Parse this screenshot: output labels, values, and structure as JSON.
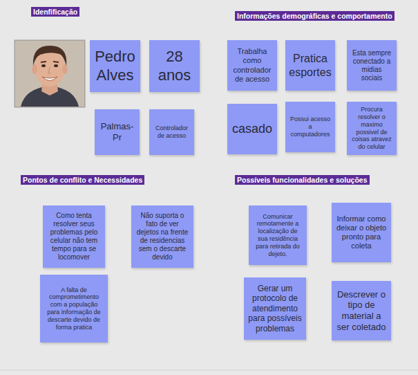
{
  "diagram": {
    "nodes": [
      {
        "text": [
          "Idenfificação"
        ]
      },
      {
        "text": [
          "Pedro Alves"
        ]
      },
      {
        "text": [
          "28 anos"
        ]
      },
      {
        "text": [
          "Palmas-Pr"
        ]
      },
      {
        "text": [
          "Controlador de acesso"
        ]
      },
      {
        "text": [
          "Informações demográficas e comportamento"
        ]
      },
      {
        "text": [
          "Trabalha como controlador de acesso"
        ]
      },
      {
        "text": [
          "Pratica esportes"
        ]
      },
      {
        "text": [
          "Esta sempre conectado a midias sociais"
        ]
      },
      {
        "text": [
          "casado"
        ]
      },
      {
        "text": [
          "Possui acesso a computadores"
        ]
      },
      {
        "text": [
          "Procura resolver o maximo possivel de coisas atravez do celular"
        ]
      },
      {
        "text": [
          "Pontos de conflito e Necessidades"
        ]
      },
      {
        "text": [
          "Como tenta resolver seus problemas pelo celular não tem tempo para se locomover"
        ]
      },
      {
        "text": [
          "Não suporta o fato de ver dejetos na frente de residencias sem o descarte devido"
        ]
      },
      {
        "text": [
          "A falta de comprometimento com a população para informação de descarte devido de forma pratica"
        ]
      },
      {
        "text": [
          "Possíveis funcionalidades e soluções"
        ]
      },
      {
        "text": [
          "Comunicar remotamente a localização de sua residência para retirada do dejeto."
        ]
      },
      {
        "text": [
          "Informar como deixar o objeto pronto para coleta"
        ]
      },
      {
        "text": [
          "Gerar um protocolo de atendimento para possíveis problemas"
        ]
      },
      {
        "text": [
          "Descrever o tipo de material a ser coletado"
        ]
      }
    ]
  }
}
